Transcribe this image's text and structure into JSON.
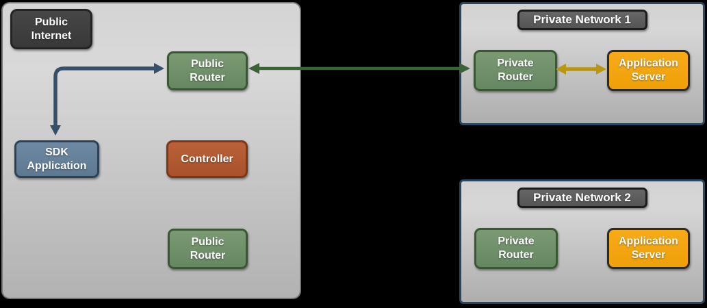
{
  "colors": {
    "background": "#000000",
    "main_zone_border": "#767676",
    "private_zone_border": "#28465f",
    "node_green_fill": "#6d8f66",
    "node_green_border": "#3a5733",
    "node_slate_fill": "#64809b",
    "node_slate_border": "#2d4257",
    "node_red_fill": "#b15a31",
    "node_red_border": "#7c3715",
    "node_orange_fill": "#f4a40e",
    "node_orange_border": "#2b2b2b",
    "dark_label_fill": "#3d3d3d",
    "network_title_fill": "#5c5c5c",
    "arrow_slate": "#36506a",
    "arrow_green": "#3c6238",
    "arrow_yellow": "#b9970f",
    "text": "#ffffff"
  },
  "public_internet_zone": {
    "label": "Public\nInternet",
    "public_router_top": "Public\nRouter",
    "sdk_application": "SDK\nApplication",
    "controller": "Controller",
    "public_router_bottom": "Public\nRouter"
  },
  "private_network_1": {
    "title": "Private Network 1",
    "private_router": "Private\nRouter",
    "application_server": "Application\nServer"
  },
  "private_network_2": {
    "title": "Private Network 2",
    "private_router": "Private\nRouter",
    "application_server": "Application\nServer"
  },
  "connections": {
    "sdk_public_router": "elbow double-headed arrow between SDK Application and Public Router",
    "public_router_private_router_1": "double-headed arrow between Public Router and Private Network 1 Private Router",
    "private_router_app_server_1": "double-headed arrow between Private Router and Application Server in Private Network 1"
  }
}
